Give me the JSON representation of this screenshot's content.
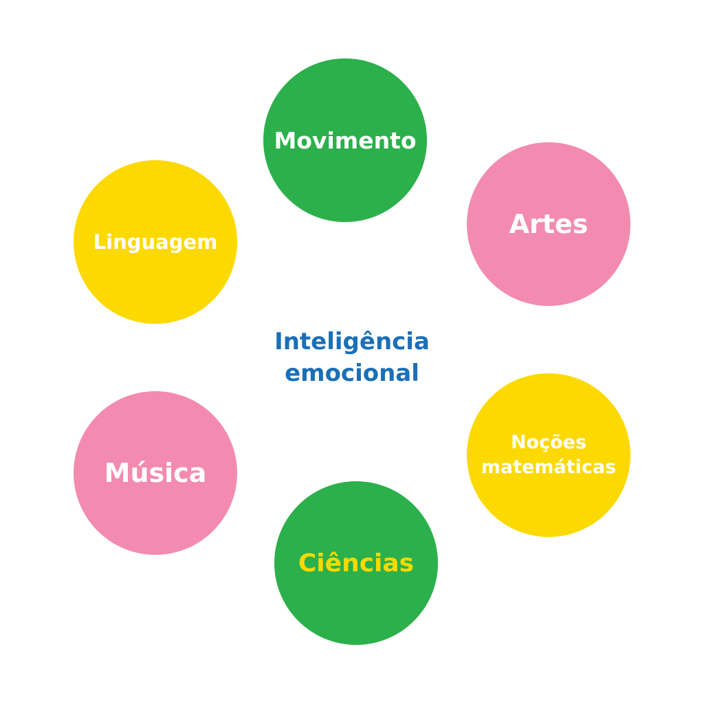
{
  "colors": {
    "green": "#2bb04b",
    "pink": "#f38bb0",
    "yellow": "#fcd900",
    "blue": "#1a6fb8"
  },
  "center": {
    "line1": "Inteligência",
    "line2": "emocional"
  },
  "nodes": [
    {
      "label": "Movimento"
    },
    {
      "label": "Artes"
    },
    {
      "label_line1": "Noções",
      "label_line2": "matemáticas"
    },
    {
      "label": "Ciências"
    },
    {
      "label": "Música"
    },
    {
      "label": "Linguagem"
    }
  ]
}
